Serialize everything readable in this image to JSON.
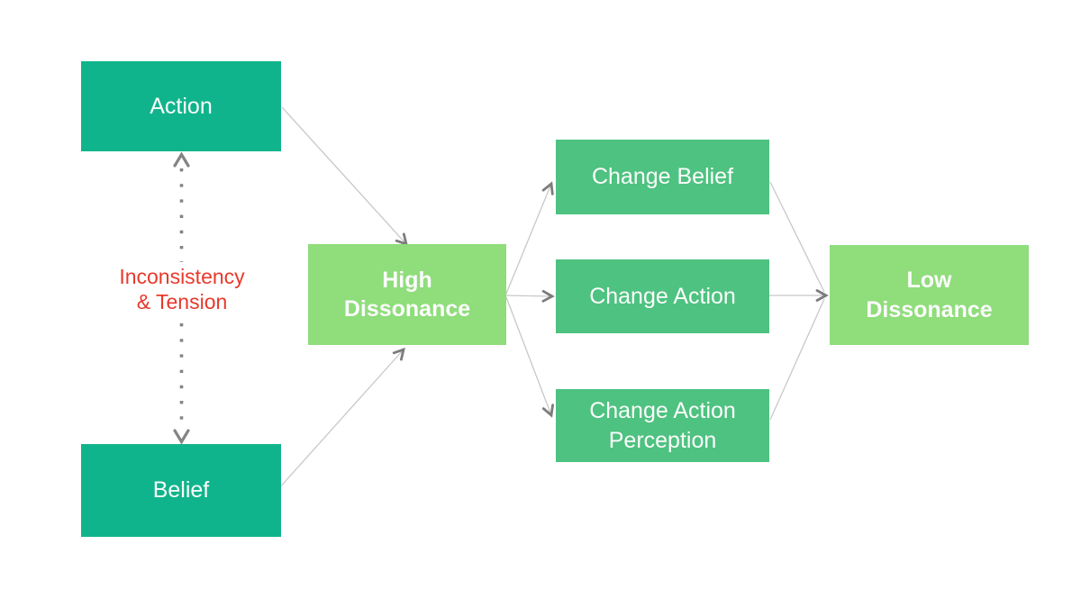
{
  "colors": {
    "background": "#ffffff",
    "teal_box": "#10b48c",
    "light_green_box": "#8fdd7b",
    "medium_green_box": "#4ec280",
    "box_text": "#fcfcfc",
    "tension_text": "#e8392b",
    "connector_line": "#c8c8c8",
    "arrowhead": "#7c7c7c",
    "dotted_line": "#848484"
  },
  "nodes": {
    "action": {
      "label": "Action"
    },
    "belief": {
      "label": "Belief"
    },
    "high_dissonance": {
      "label": "High Dissonance"
    },
    "change_belief": {
      "label": "Change Belief"
    },
    "change_action": {
      "label": "Change Action"
    },
    "change_action_perception": {
      "label": "Change Action Perception"
    },
    "low_dissonance": {
      "label": "Low Dissonance"
    }
  },
  "annotations": {
    "tension_line1": "Inconsistency",
    "tension_line2": "& Tension"
  },
  "edges": [
    {
      "from": "action",
      "to": "belief",
      "style": "dotted-double-arrow",
      "label": "Inconsistency & Tension"
    },
    {
      "from": "action",
      "to": "high_dissonance",
      "style": "arrow"
    },
    {
      "from": "belief",
      "to": "high_dissonance",
      "style": "arrow"
    },
    {
      "from": "high_dissonance",
      "to": "change_belief",
      "style": "arrow"
    },
    {
      "from": "high_dissonance",
      "to": "change_action",
      "style": "arrow"
    },
    {
      "from": "high_dissonance",
      "to": "change_action_perception",
      "style": "arrow"
    },
    {
      "from": "change_belief",
      "to": "low_dissonance",
      "style": "line-converging"
    },
    {
      "from": "change_action",
      "to": "low_dissonance",
      "style": "arrow"
    },
    {
      "from": "change_action_perception",
      "to": "low_dissonance",
      "style": "line-converging"
    }
  ]
}
